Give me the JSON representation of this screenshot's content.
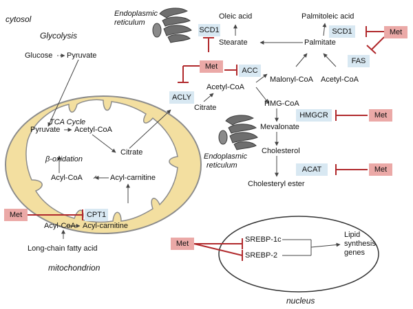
{
  "compartments": {
    "cytosol": "cytosol",
    "er_top": [
      "Endoplasmic",
      "reticulum"
    ],
    "er_mid": [
      "Endoplasmic",
      "reticulum"
    ],
    "mitochondrion": "mitochondrion",
    "nucleus": "nucleus"
  },
  "pathways": {
    "glycolysis": "Glycolysis",
    "tca_cycle": "TCA Cycle",
    "beta_oxidation": "β-oxidation"
  },
  "metabolites": {
    "glucose": "Glucose",
    "pyruvate_cyto": "Pyruvate",
    "pyruvate_mito": "Pyruvate",
    "acetyl_coa_mito": "Acetyl-CoA",
    "citrate_mito": "Citrate",
    "acyl_coa_mito": "Acyl-CoA",
    "acyl_carnitine_mito": "Acyl-carnitine",
    "acyl_coa_cyto": "Acyl-CoA",
    "acyl_carnitine_cyto": "Acyl-carnitine",
    "long_chain_fa": "Long-chain fatty acid",
    "citrate_cyto": "Citrate",
    "acetyl_coa_cyto": "Acetyl-CoA",
    "malonyl_coa": "Malonyl-CoA",
    "acetyl_coa_right": "Acetyl-CoA",
    "palmitate": "Palmitate",
    "palmitoleic_acid": "Palmitoleic acid",
    "stearate": "Stearate",
    "oleic_acid": "Oleic acid",
    "hmg_coa": "HMG-CoA",
    "mevalonate": "Mevalonate",
    "cholesterol": "Cholesterol",
    "cholesteryl_ester": "Cholesteryl ester"
  },
  "enzymes": {
    "scd1_left": "SCD1",
    "scd1_right": "SCD1",
    "fas": "FAS",
    "acc": "ACC",
    "acly": "ACLY",
    "hmgcr": "HMGCR",
    "acat": "ACAT",
    "cpt1": "CPT1"
  },
  "inhibitor": {
    "label": "Met",
    "instances": [
      "Met",
      "Met",
      "Met",
      "Met",
      "Met",
      "Met"
    ]
  },
  "nucleus_content": {
    "srebp1c": "SREBP-1c",
    "srebp2": "SREBP-2",
    "target_genes": [
      "Lipid",
      "synthesis",
      "genes"
    ]
  },
  "colors": {
    "mito_fill": "#f3dfa0",
    "mito_outline": "#8c8c8c",
    "enzyme_box": "#d8e8f2",
    "met_box": "#eba9a7",
    "inhibition_line": "#b0282b",
    "arrow": "#444444"
  }
}
